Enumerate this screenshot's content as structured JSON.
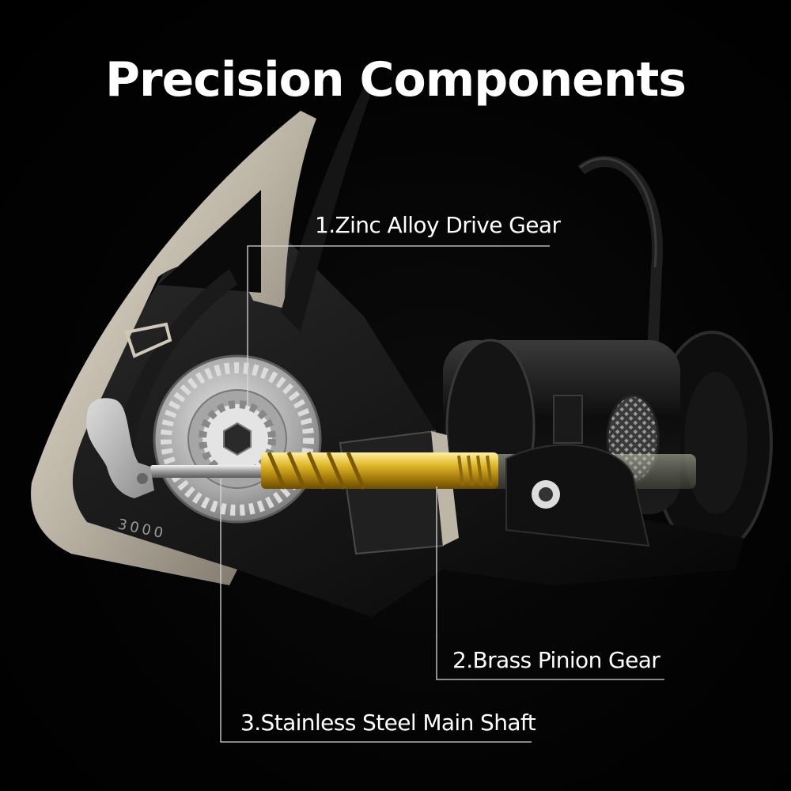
{
  "title": "Precision Components",
  "model_label": "3000",
  "callouts": [
    {
      "number": "1",
      "text": "1.Zinc Alloy Drive Gear"
    },
    {
      "number": "2",
      "text": "2.Brass Pinion Gear"
    },
    {
      "number": "3",
      "text": "3.Stainless Steel Main Shaft"
    }
  ],
  "colors": {
    "background": "#000000",
    "text": "#ffffff",
    "brass": "#d8b020",
    "steel": "#b8b8b8",
    "frame_silver": "#cfc8b8"
  }
}
